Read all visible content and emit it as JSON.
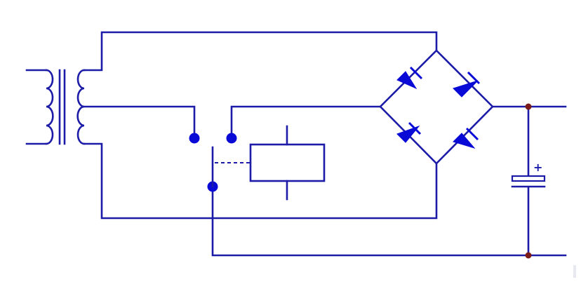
{
  "diagram": {
    "type": "circuit-schematic",
    "components": {
      "transformer": {
        "icon": "transformer-symbol"
      },
      "switch": {
        "icon": "changeover-switch-symbol"
      },
      "relay": {
        "icon": "relay-coil-symbol"
      },
      "bridge": {
        "icon": "bridge-rectifier-symbol"
      },
      "capacitor": {
        "icon": "polarized-capacitor-symbol",
        "polarity_label": "+"
      }
    },
    "colors": {
      "wire": "#1c1ca8",
      "contact": "#0a0ad6",
      "junction": "#7a1a1a",
      "background": "#ffffff"
    }
  }
}
